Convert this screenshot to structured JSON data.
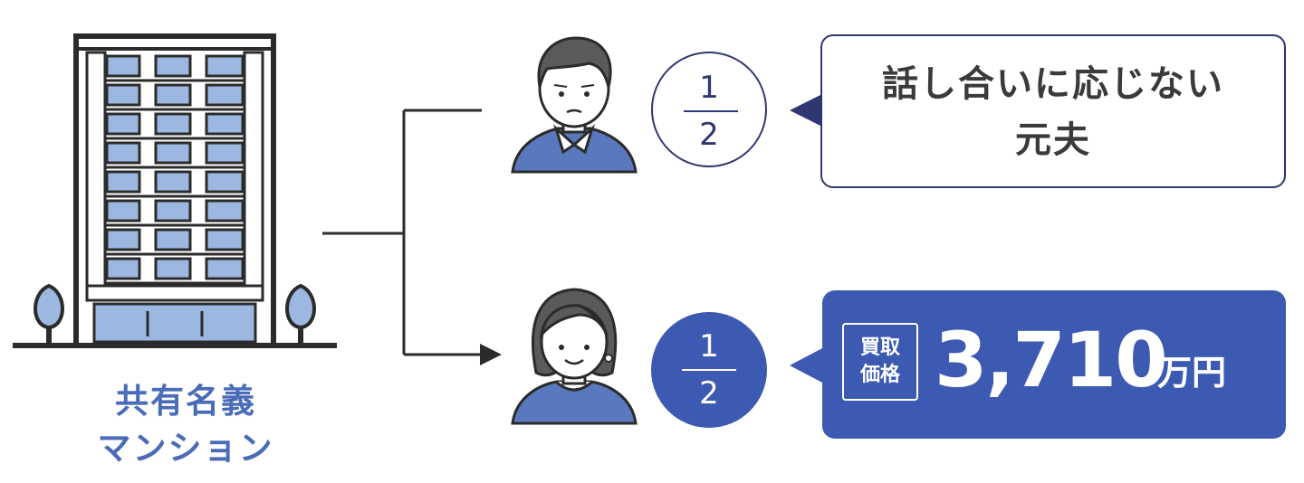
{
  "building": {
    "caption_line1": "共有名義",
    "caption_line2": "マンション"
  },
  "owners": [
    {
      "share_numerator": "1",
      "share_denominator": "2",
      "statement_line1": "話し合いに応じない",
      "statement_line2": "元夫"
    },
    {
      "share_numerator": "1",
      "share_denominator": "2",
      "tag_line1": "買取",
      "tag_line2": "価格",
      "price": "3,710",
      "unit": "万円"
    }
  ],
  "colors": {
    "accent_blue": "#3d5ab2",
    "navy": "#2f3770",
    "caption_blue": "#4a6cb8",
    "window_blue": "#9cb8e0"
  },
  "icons": [
    "building-icon",
    "tree-icon",
    "man-avatar-icon",
    "woman-avatar-icon",
    "arrow-icon"
  ]
}
